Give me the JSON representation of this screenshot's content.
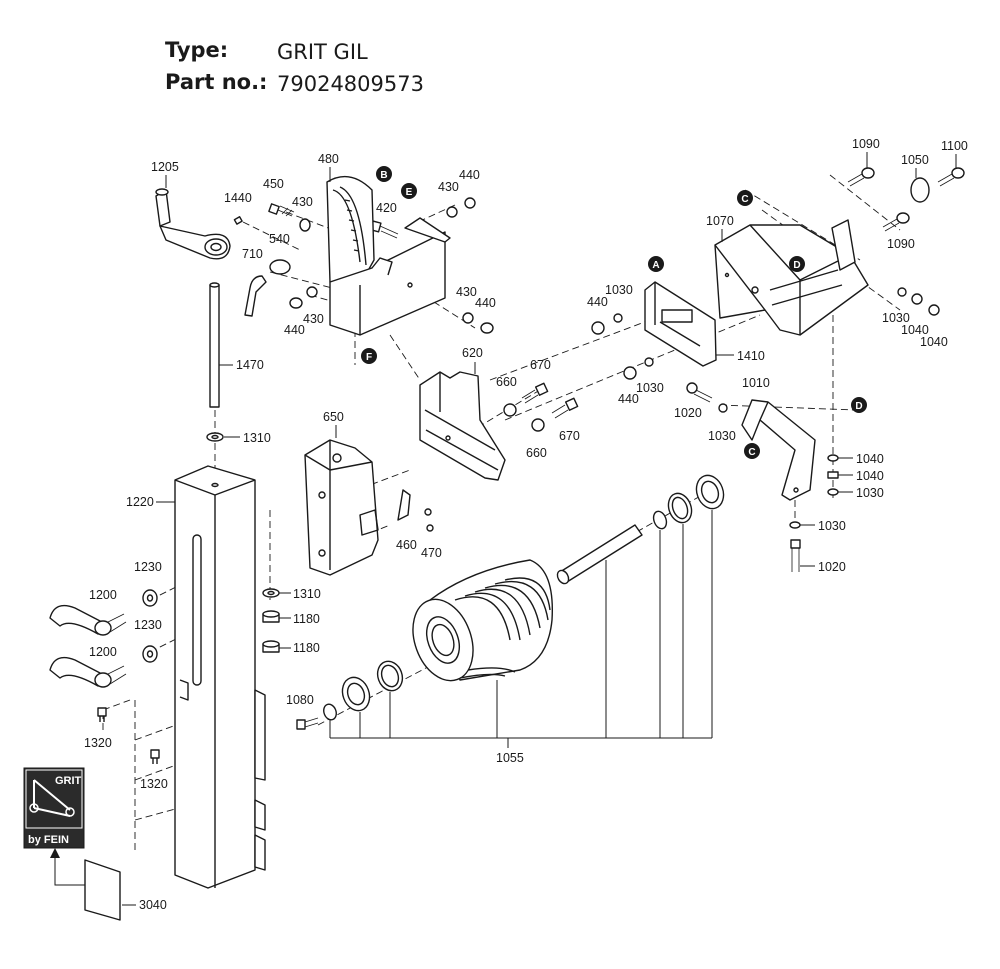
{
  "header": {
    "type_label": "Type:",
    "type_value": "GRIT GIL",
    "part_label": "Part no.:",
    "part_value": "79024809573"
  },
  "callouts": [
    "A",
    "B",
    "C",
    "D",
    "E",
    "F"
  ],
  "logo": {
    "line1": "GRIT",
    "line2": "by FEIN"
  },
  "part_labels": {
    "p1205": "1205",
    "p1440": "1440",
    "p450": "450",
    "p430a": "430",
    "p480": "480",
    "p420": "420",
    "p440a": "440",
    "p430b": "430",
    "p540": "540",
    "p710": "710",
    "p440b": "440",
    "p430c": "430",
    "p430d": "430",
    "p440c": "440",
    "p1470": "1470",
    "p1310a": "1310",
    "p620": "620",
    "p670a": "670",
    "p660a": "660",
    "p670b": "670",
    "p660b": "660",
    "p650": "650",
    "p460": "460",
    "p470": "470",
    "p1220": "1220",
    "p1230a": "1230",
    "p1200a": "1200",
    "p1230b": "1230",
    "p1200b": "1200",
    "p1310b": "1310",
    "p1180a": "1180",
    "p1180b": "1180",
    "p1320a": "1320",
    "p1320b": "1320",
    "p3040": "3040",
    "p1080": "1080",
    "p1055": "1055",
    "p1090a": "1090",
    "p1100": "1100",
    "p1050": "1050",
    "p1070": "1070",
    "p1090b": "1090",
    "p440d": "440",
    "p1030a": "1030",
    "p1410": "1410",
    "p1030b": "1030",
    "p1040a": "1040",
    "p1040b": "1040",
    "p440e": "440",
    "p1030c": "1030",
    "p1010": "1010",
    "p1020a": "1020",
    "p1030d": "1030",
    "p1040c": "1040",
    "p1040d": "1040",
    "p1030e": "1030",
    "p1030f": "1030",
    "p1020b": "1020"
  },
  "colors": {
    "ink": "#1a1a1a",
    "paper": "#ffffff",
    "logo_bg": "#2b2b2b"
  }
}
